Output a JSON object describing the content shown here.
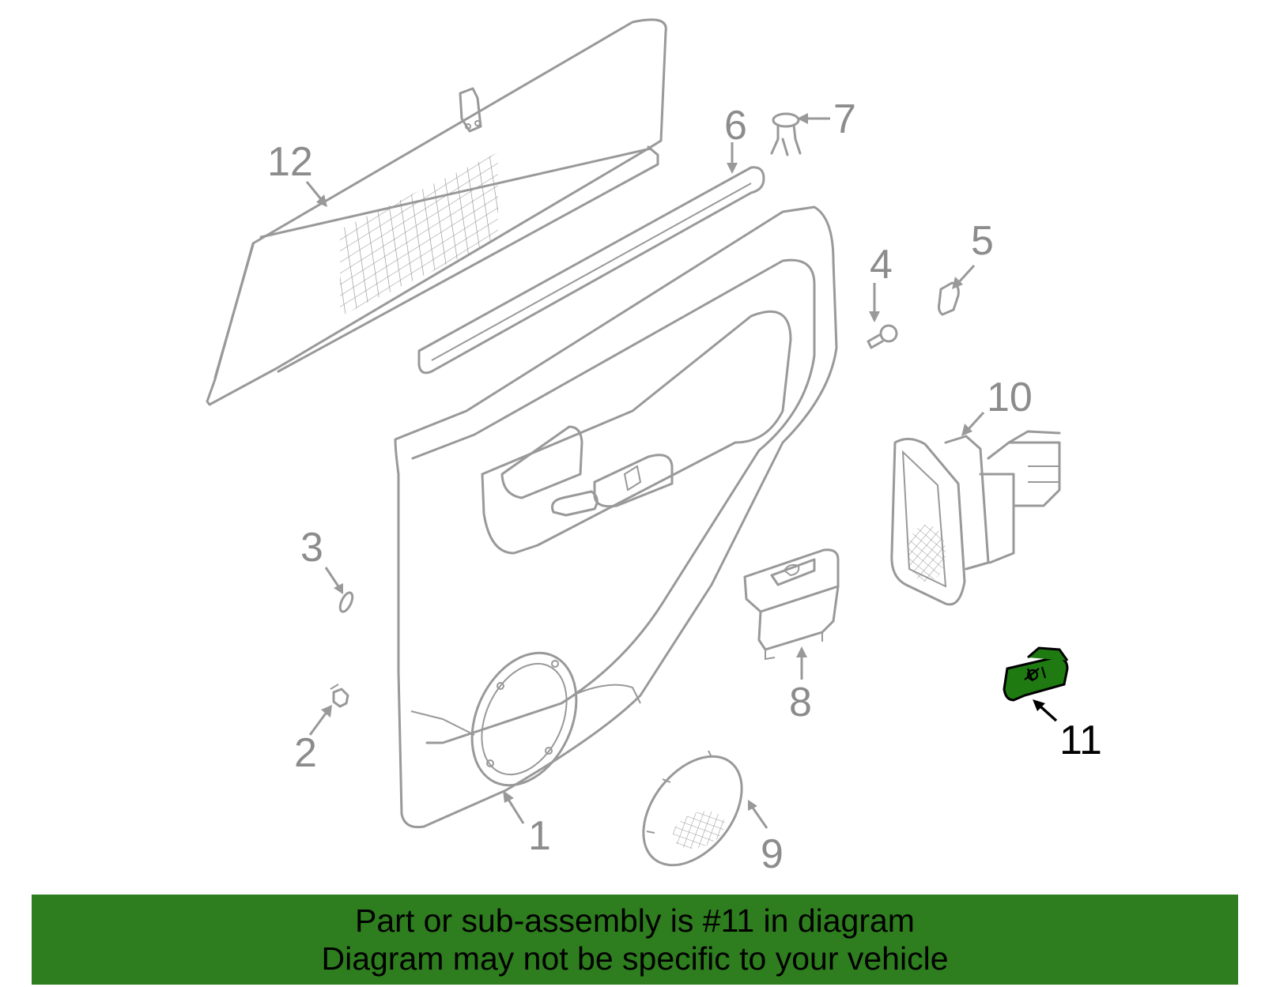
{
  "callouts": {
    "c1": "1",
    "c2": "2",
    "c3": "3",
    "c4": "4",
    "c5": "5",
    "c6": "6",
    "c7": "7",
    "c8": "8",
    "c9": "9",
    "c10": "10",
    "c11": "11",
    "c12": "12"
  },
  "highlighted_part": "11",
  "colors": {
    "banner": "#2e7d1e",
    "highlight_fill": "#1f7a12",
    "line_art": "#999999"
  },
  "banner": {
    "line1": "Part or sub-assembly is #11 in diagram",
    "line2": "Diagram may not be specific to your vehicle"
  }
}
